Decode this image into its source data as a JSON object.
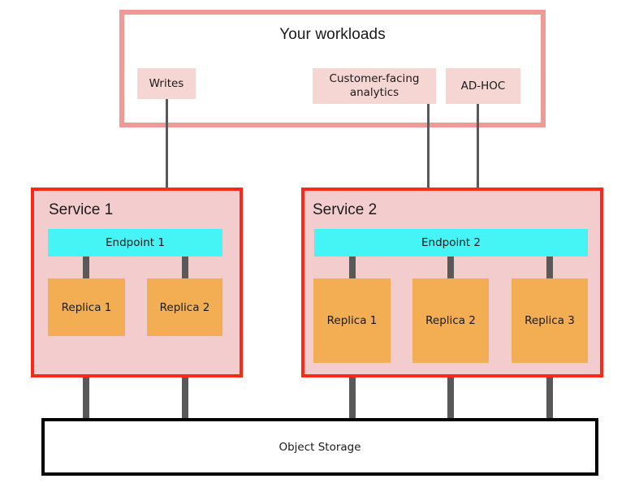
{
  "diagram": {
    "title_text": "Your workloads",
    "colors": {
      "workload_border": "#ee9a96",
      "workload_chip_bg": "#f5d6d3",
      "service_border": "#fb2a18",
      "service_bg": "#f3cdcd",
      "endpoint_bg": "#45f5f5",
      "replica_bg": "#f3ae53",
      "storage_border": "#000000",
      "connector": "#595959",
      "page_bg": "#ffffff"
    }
  },
  "workloads": {
    "title": "Your workloads",
    "chips": [
      {
        "label": "Writes",
        "target": "Endpoint 1"
      },
      {
        "label": "Customer-facing analytics",
        "target": "Endpoint 2"
      },
      {
        "label": "AD-HOC",
        "target": "Endpoint 2"
      }
    ]
  },
  "services": [
    {
      "title": "Service 1",
      "endpoint": "Endpoint 1",
      "replicas": [
        {
          "label": "Replica 1"
        },
        {
          "label": "Replica 2"
        }
      ]
    },
    {
      "title": "Service 2",
      "endpoint": "Endpoint 2",
      "replicas": [
        {
          "label": "Replica 1"
        },
        {
          "label": "Replica 2"
        },
        {
          "label": "Replica 3"
        }
      ]
    }
  ],
  "storage": {
    "label": "Object Storage"
  }
}
